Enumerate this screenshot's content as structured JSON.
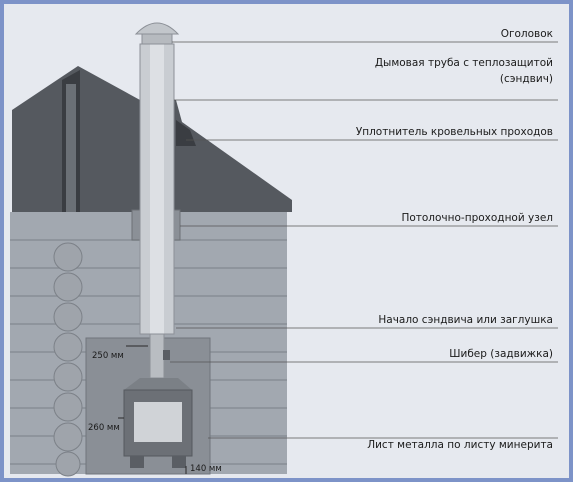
{
  "labels": {
    "cap": "Оголовок",
    "chimney_line1": "Дымовая труба с теплозащитой",
    "chimney_line2": "(сэндвич)",
    "roof_seal": "Уплотнитель кровельных проходов",
    "ceiling_unit": "Потолочно-проходной узел",
    "sandwich_start": "Начало сэндвича или заглушка",
    "damper": "Шибер (задвижка)",
    "metal_sheet": "Лист металла по листу минерита"
  },
  "dimensions": {
    "d250": "250 мм",
    "d260": "260 мм",
    "d140": "140 мм"
  },
  "colors": {
    "background": "#ffffff",
    "panel": "#e6e9ef",
    "wall": "#a2a8b0",
    "wall_line": "#888e96",
    "roof": "#55595f",
    "roof_dark": "#3a3d42",
    "pipe": "#c9cdd2",
    "stove": "#6c7076",
    "sheet": "#8a8f96",
    "log": "#9fa4ab",
    "frame": "#7d93c8",
    "leader": "#555555"
  }
}
